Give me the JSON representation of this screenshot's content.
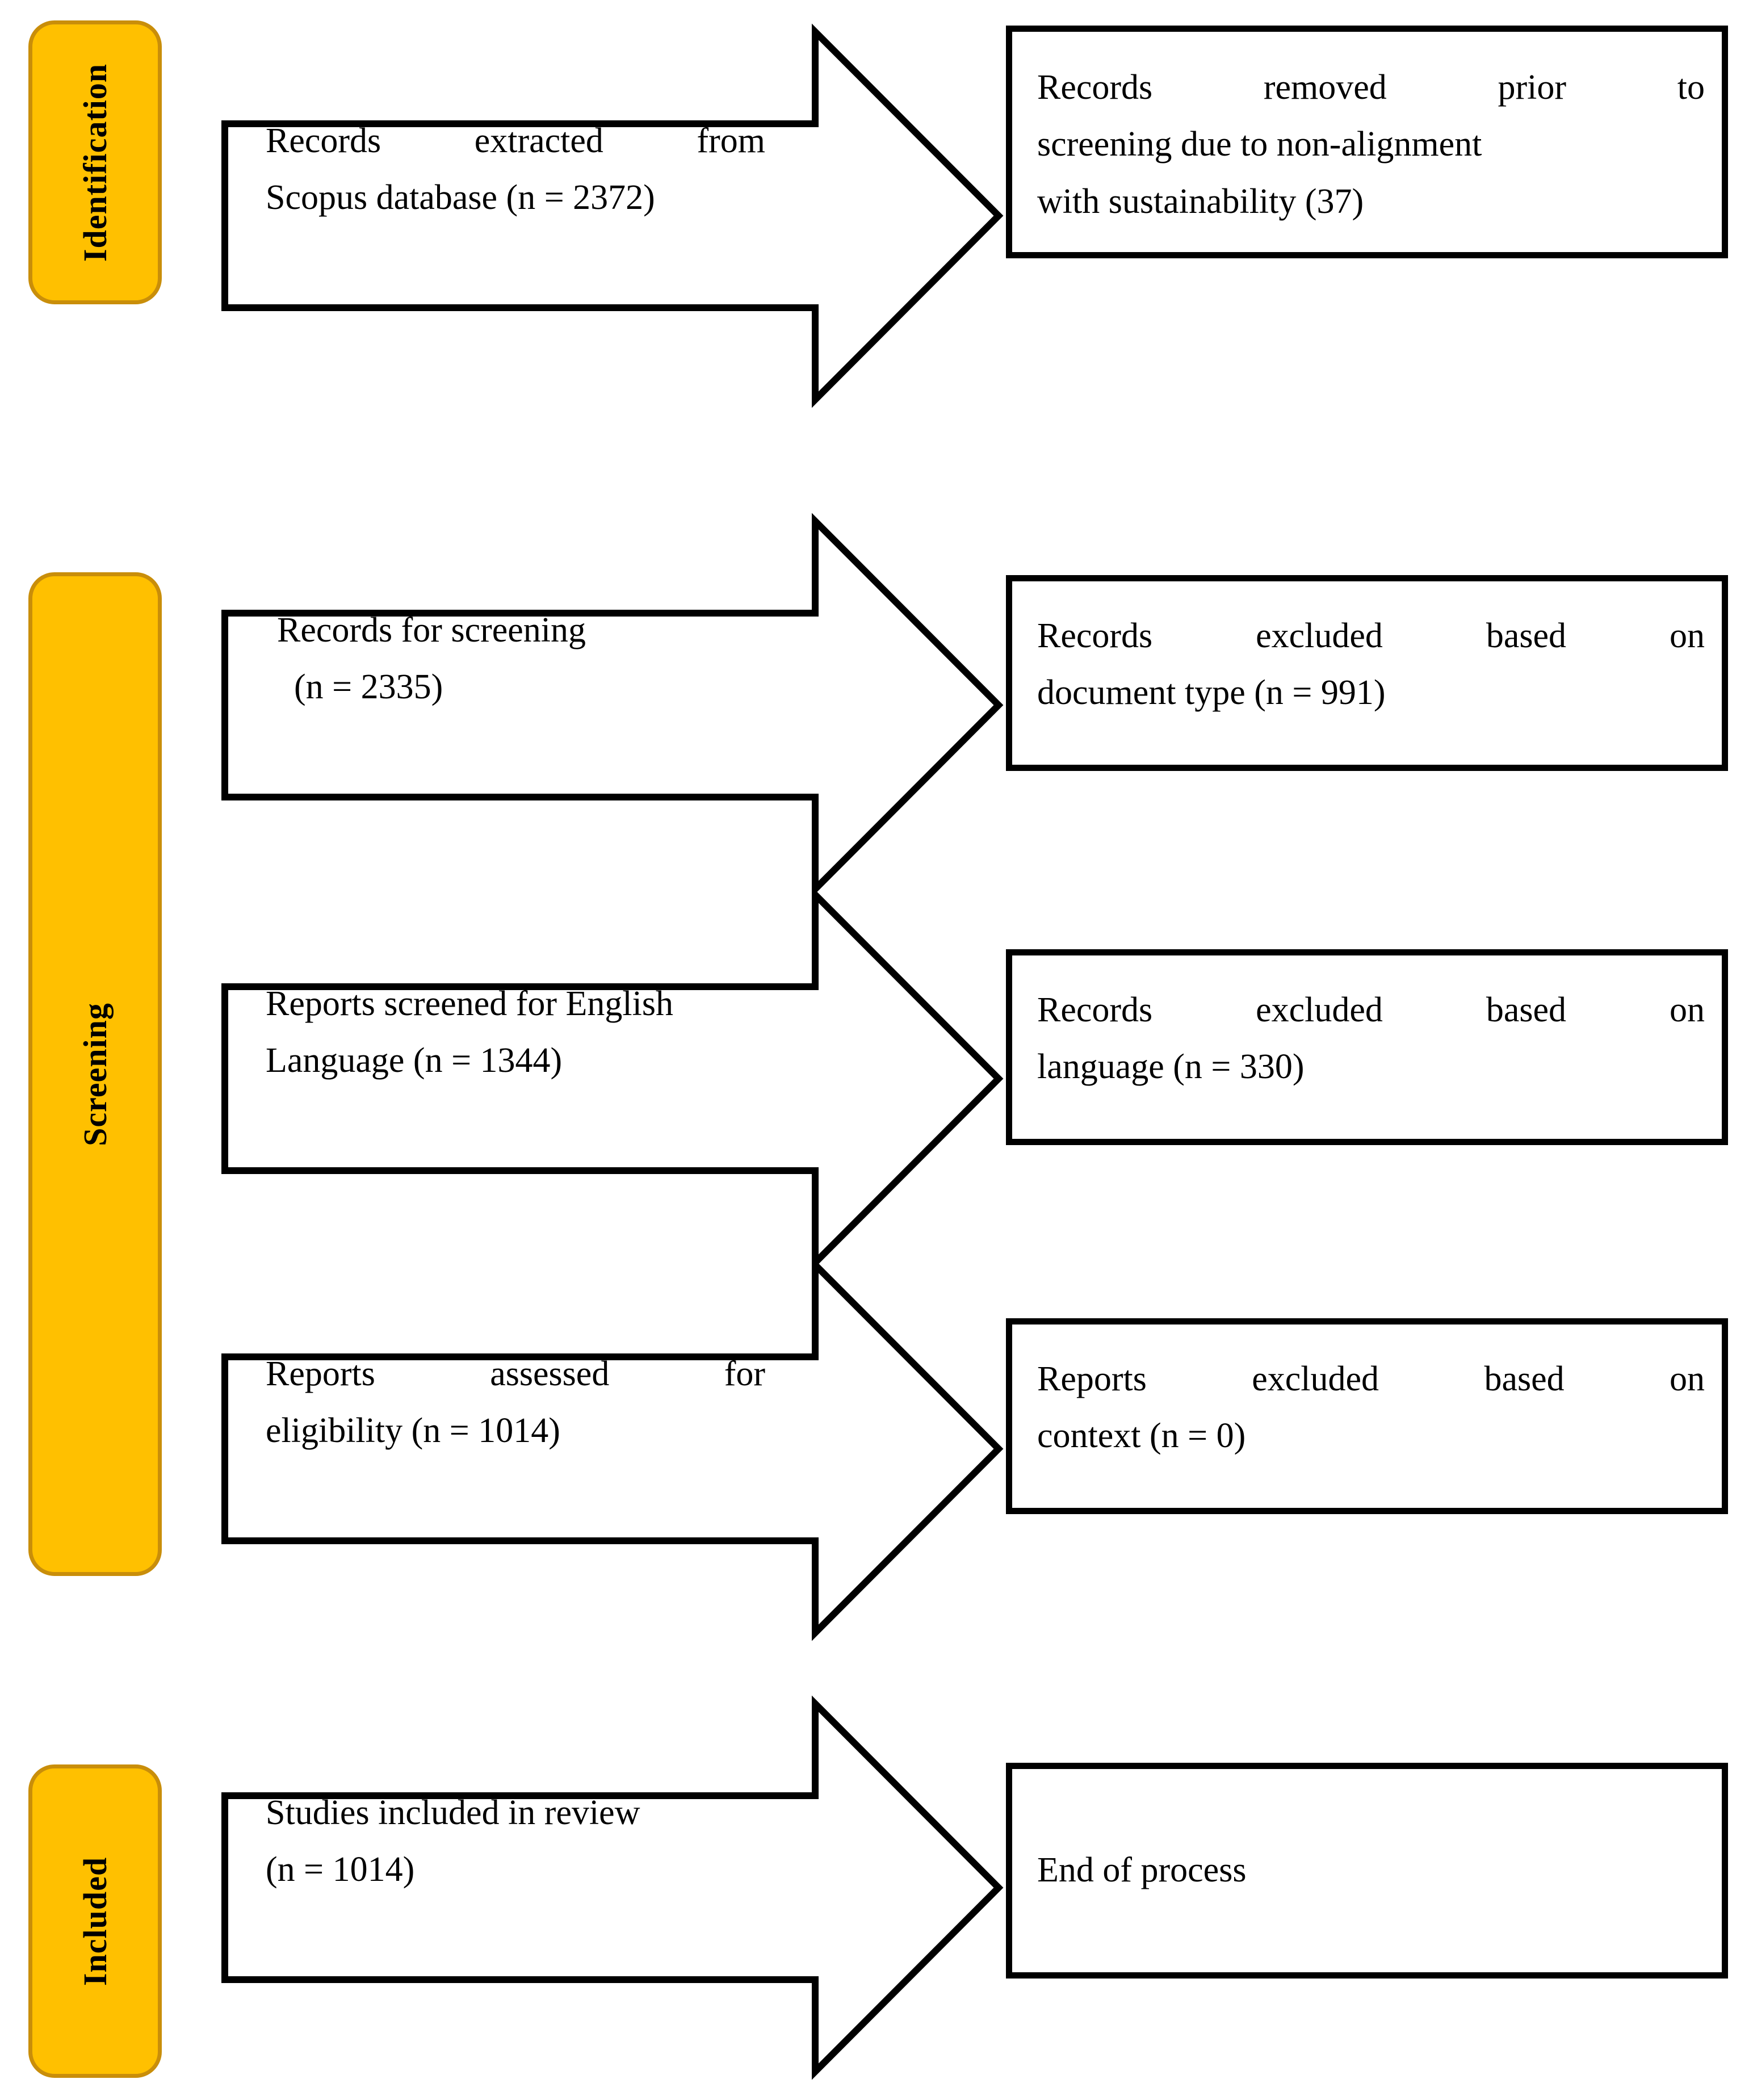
{
  "diagram": {
    "title": "PRISMA flow diagram",
    "stages": [
      {
        "id": "identification",
        "label": "Identification"
      },
      {
        "id": "screening",
        "label": "Screening"
      },
      {
        "id": "included",
        "label": "Included"
      }
    ],
    "accent_color": "#FFC000",
    "accent_border_color": "#C98E0A",
    "box_border_color": "#000000"
  },
  "flow": {
    "identification": {
      "source": {
        "line1a": "Records",
        "line1b": "extracted",
        "line1c": "from",
        "line2": "Scopus database (n = 2372)"
      },
      "outcome": {
        "line1a": "Records",
        "line1b": "removed",
        "line1c": "prior",
        "line1d": "to",
        "line2": "screening due to non-alignment",
        "line3": "with sustainability (37)"
      }
    },
    "screening_1": {
      "source": {
        "line1": "Records for screening",
        "line2": "(n = 2335)"
      },
      "outcome": {
        "line1a": "Records",
        "line1b": "excluded",
        "line1c": "based",
        "line1d": "on",
        "line2": "document type (n = 991)"
      }
    },
    "screening_2": {
      "source": {
        "line1": "Reports screened for English",
        "line2": "Language (n = 1344)"
      },
      "outcome": {
        "line1a": "Records",
        "line1b": "excluded",
        "line1c": "based",
        "line1d": "on",
        "line2": "language (n = 330)"
      }
    },
    "screening_3": {
      "source": {
        "line1a": "Reports",
        "line1b": "assessed",
        "line1c": "for",
        "line2": "eligibility (n = 1014)"
      },
      "outcome": {
        "line1a": "Reports",
        "line1b": "excluded",
        "line1c": "based",
        "line1d": "on",
        "line2": "context (n = 0)"
      }
    },
    "included": {
      "source": {
        "line1": "Studies included in review",
        "line2": "(n = 1014)"
      },
      "outcome": {
        "line1": "End of process"
      }
    }
  }
}
